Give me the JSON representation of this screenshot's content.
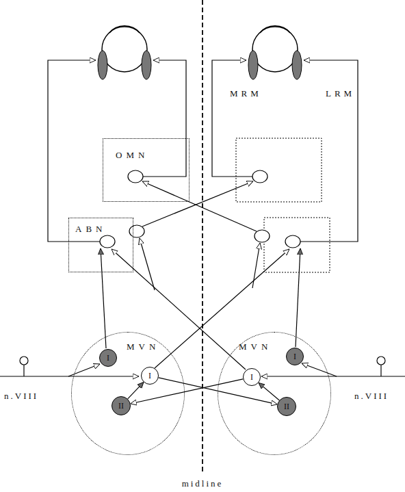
{
  "diagram": {
    "nodes": [
      {
        "text": [
          "OMN"
        ]
      },
      {
        "text": [
          "ABN"
        ]
      },
      {
        "text": [
          "MVN"
        ]
      },
      {
        "text": [
          "I"
        ],
        "in": 2
      },
      {
        "text": [
          "I"
        ],
        "in": 2
      },
      {
        "text": [
          "II"
        ],
        "in": 2
      },
      {
        "text": [
          "MVN"
        ]
      },
      {
        "text": [
          "I"
        ],
        "in": 6
      },
      {
        "text": [
          "I"
        ],
        "in": 6
      },
      {
        "text": [
          "II"
        ],
        "in": 6
      }
    ],
    "edges": [
      {
        "from": 5,
        "to": 4,
        "arrow": "to"
      },
      {
        "from": 4,
        "to": 9,
        "arrow": "to"
      },
      {
        "from": 8,
        "to": 5,
        "arrow": "to"
      },
      {
        "from": 9,
        "to": 8,
        "arrow": "to"
      }
    ],
    "labels": [
      "MRM",
      "LRM",
      "n.VIII",
      "n.VIII",
      "midline"
    ]
  }
}
